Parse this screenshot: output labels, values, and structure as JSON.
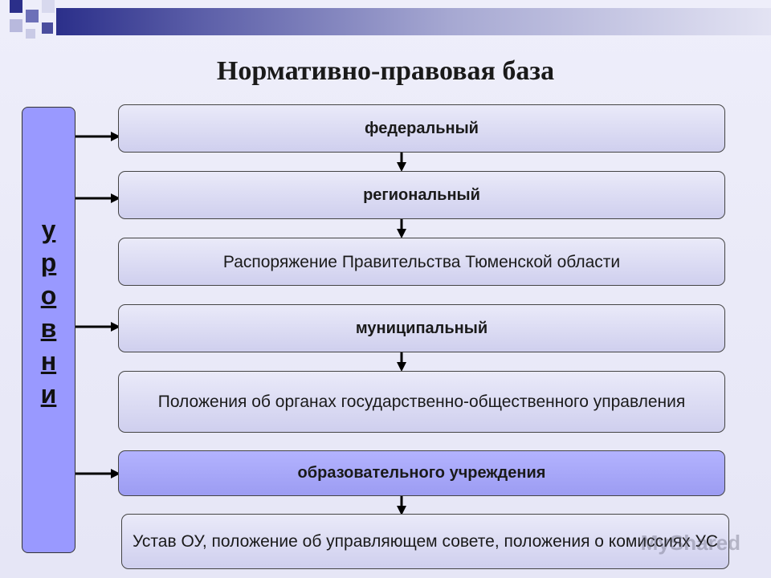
{
  "title": "Нормативно-правовая база",
  "side_label_letters": [
    "у",
    "р",
    "о",
    "в",
    "н",
    "и"
  ],
  "boxes": [
    {
      "text": "федеральный"
    },
    {
      "text": "региональный"
    },
    {
      "text": "Распоряжение Правительства Тюменской области"
    },
    {
      "text": "муниципальный"
    },
    {
      "text": "Положения об органах государственно-общественного управления"
    },
    {
      "text": "образовательного учреждения"
    },
    {
      "text": "Устав ОУ, положение об управляющем совете, положения о комиссиях УС"
    }
  ],
  "watermark": "MyShared",
  "colors": {
    "accent_box": "#9999ff",
    "box_light": "#dcdcf4",
    "top_bar_dark": "#2b2f8a"
  }
}
